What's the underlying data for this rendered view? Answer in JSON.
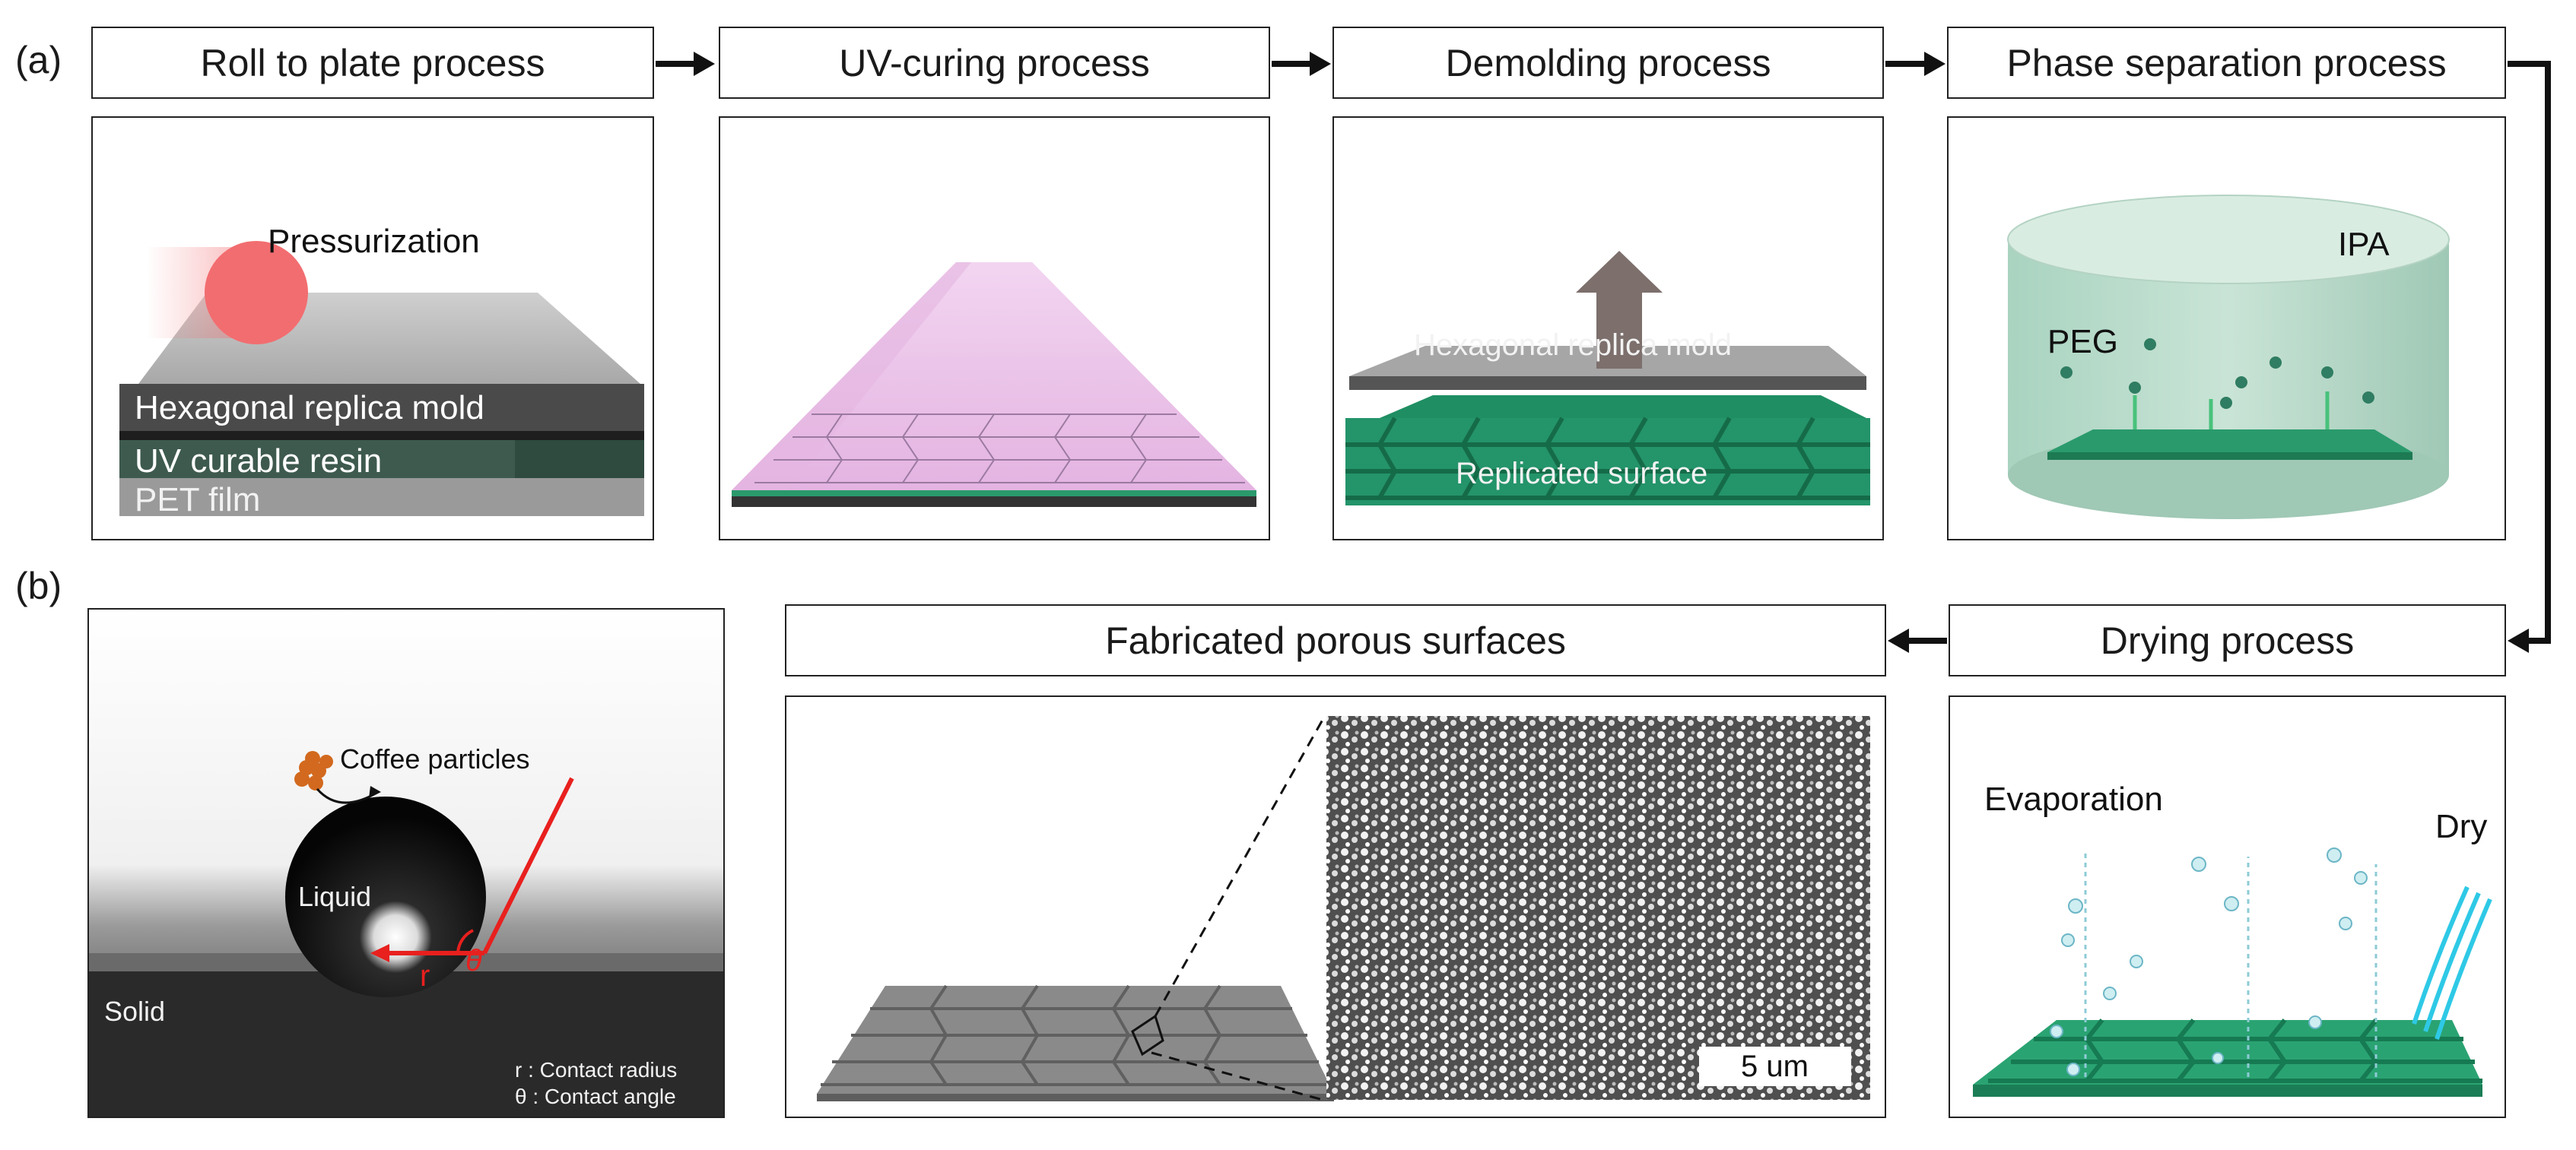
{
  "panel_labels": {
    "a": "(a)",
    "b": "(b)"
  },
  "steps": {
    "roll": "Roll to plate process",
    "uv": "UV-curing process",
    "demold": "Demolding process",
    "phase": "Phase separation process",
    "drying": "Drying process",
    "fabricated": "Fabricated porous surfaces"
  },
  "roll_panel": {
    "pressurization": "Pressurization",
    "layer_mold": "Hexagonal replica mold",
    "layer_resin": "UV curable resin",
    "layer_pet": "PET  film"
  },
  "demold_panel": {
    "mold": "Hexagonal replica mold",
    "surface": "Replicated surface"
  },
  "phase_panel": {
    "ipa": "IPA",
    "peg": "PEG"
  },
  "drying_panel": {
    "evaporation": "Evaporation",
    "dry": "Dry"
  },
  "fabricated_panel": {
    "scale_bar": "5 um"
  },
  "contact_panel": {
    "coffee": "Coffee particles",
    "liquid": "Liquid",
    "solid": "Solid",
    "r_symbol": "r",
    "theta_symbol": "θ",
    "legend_r": "r : Contact radius",
    "legend_theta": "θ : Contact angle"
  },
  "colors": {
    "green": "#2a9a6c",
    "pink": "#e9b9e6",
    "red_ball": "#f26d70",
    "cyan": "#2ec9e6",
    "coffee": "#d2691e",
    "angle_red": "#e8201e"
  }
}
